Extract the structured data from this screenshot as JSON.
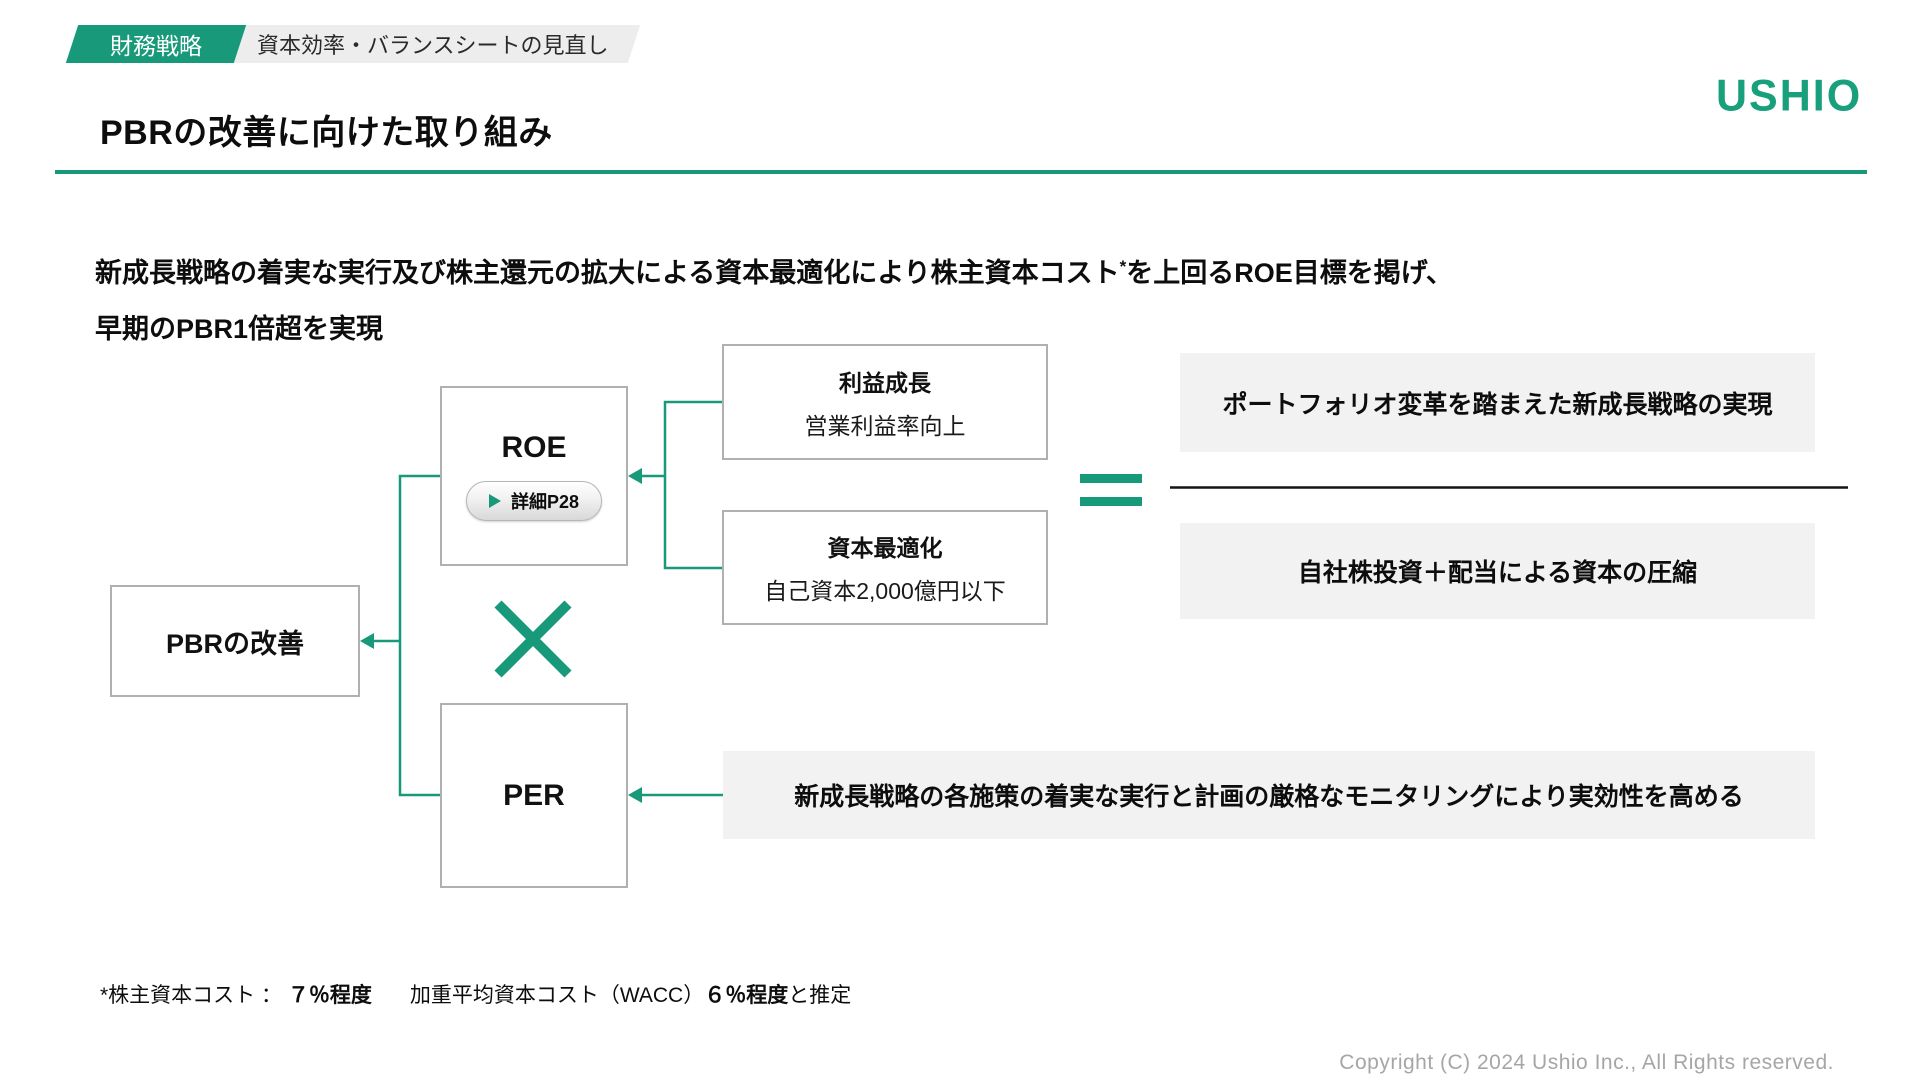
{
  "header": {
    "category_badge": "財務戦略",
    "category_tab": "資本効率・バランスシートの見直し",
    "title": "PBRの改善に向けた取り組み",
    "logo_text": "USHIO"
  },
  "lead": {
    "line1_pre": "新成長戦略の着実な実行及び株主還元の拡大による資本最適化により株主資本コスト",
    "line1_sup": "*",
    "line1_post": "を上回るROE目標を掲げ、",
    "line2": "早期のPBR1倍超を実現"
  },
  "diagram": {
    "pbr_box_label": "PBRの改善",
    "roe_box_label": "ROE",
    "detail_button_label": "詳細P28",
    "per_box_label": "PER",
    "profit_box": {
      "title": "利益成長",
      "subtitle": "営業利益率向上"
    },
    "capital_box": {
      "title": "資本最適化",
      "subtitle": "自己資本2,000億円以下"
    },
    "equation_numerator": "ポートフォリオ変革を踏まえた新成長戦略の実現",
    "equation_denominator": "自社株投資＋配当による資本の圧縮",
    "per_note": "新成長戦略の各施策の着実な実行と計画の厳格なモニタリングにより実効性を高める",
    "operators": {
      "multiply": "×",
      "equals": "="
    }
  },
  "footnote": {
    "prefix": "*株主資本コスト ： ",
    "cost_value": "７％程度",
    "middle": "加重平均資本コスト（WACC）",
    "wacc_value": "６％程度",
    "suffix": "と推定"
  },
  "footer": {
    "copyright": "Copyright (C) 2024 Ushio Inc., All Rights reserved."
  },
  "colors": {
    "accent_green": "#17997a",
    "box_border": "#b0b0b0",
    "panel_gray": "#f2f2f2",
    "copyright_gray": "#a6a6a6"
  }
}
